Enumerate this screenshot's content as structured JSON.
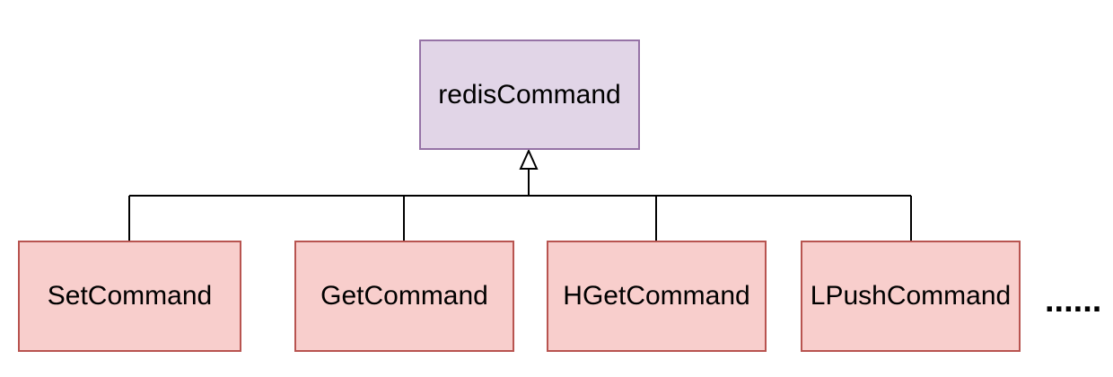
{
  "diagram": {
    "parent": {
      "label": "redisCommand"
    },
    "children": [
      {
        "label": "SetCommand"
      },
      {
        "label": "GetCommand"
      },
      {
        "label": "HGetCommand"
      },
      {
        "label": "LPushCommand"
      }
    ],
    "ellipsis": "......",
    "arrow": "hollow-triangle-up",
    "colors": {
      "parent_fill": "#e1d5e7",
      "parent_border": "#9673a6",
      "child_fill": "#f8cecc",
      "child_border": "#b85450",
      "connector": "#000000",
      "text": "#000000",
      "background": "#ffffff"
    }
  }
}
